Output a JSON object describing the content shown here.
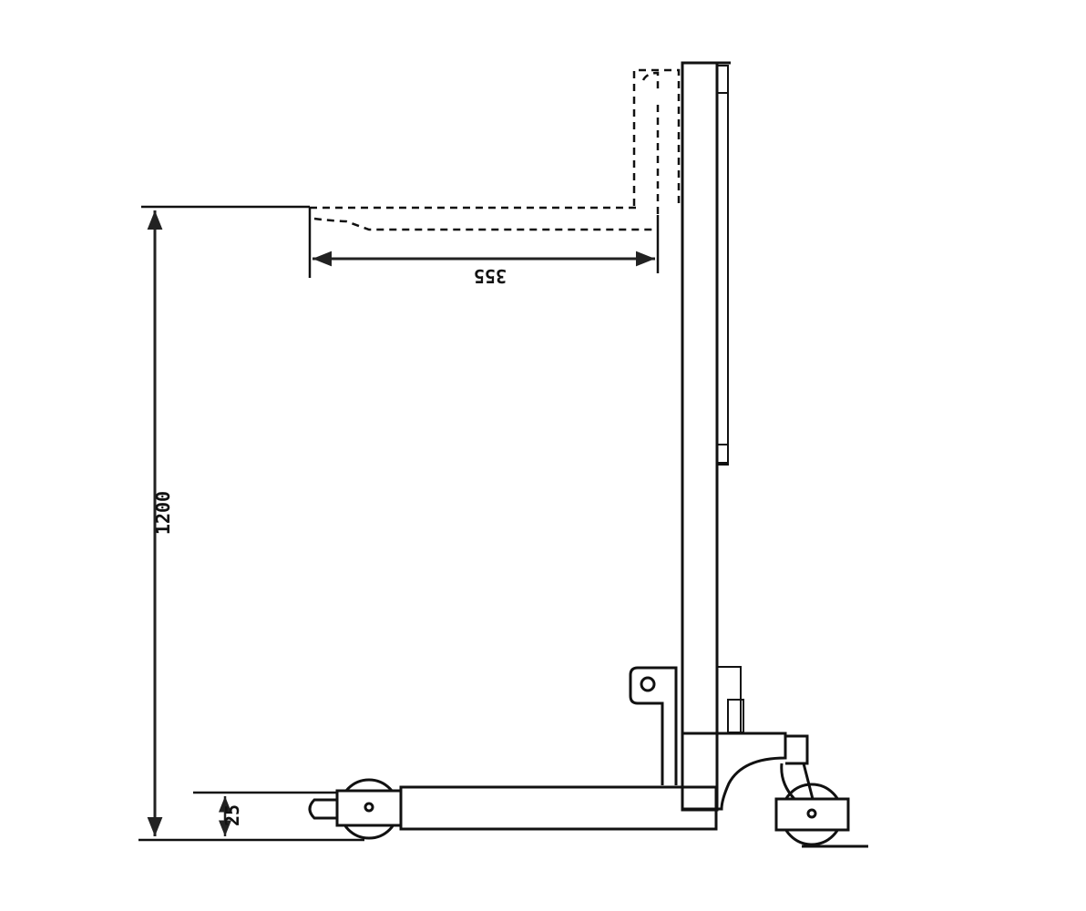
{
  "dimensions": {
    "reach": "355",
    "lift_height": "1200",
    "fork_height": "25"
  },
  "colors": {
    "line": "#111111",
    "background": "#ffffff"
  }
}
